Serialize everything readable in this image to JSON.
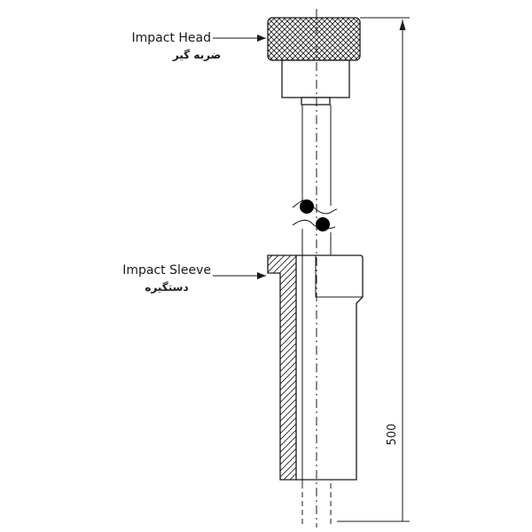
{
  "labels": {
    "impact_head_en": "Impact Head",
    "impact_head_fa": "ضربه گیر",
    "impact_sleeve_en": "Impact Sleeve",
    "impact_sleeve_fa": "دستگیره"
  },
  "dimension": {
    "value": "500"
  }
}
